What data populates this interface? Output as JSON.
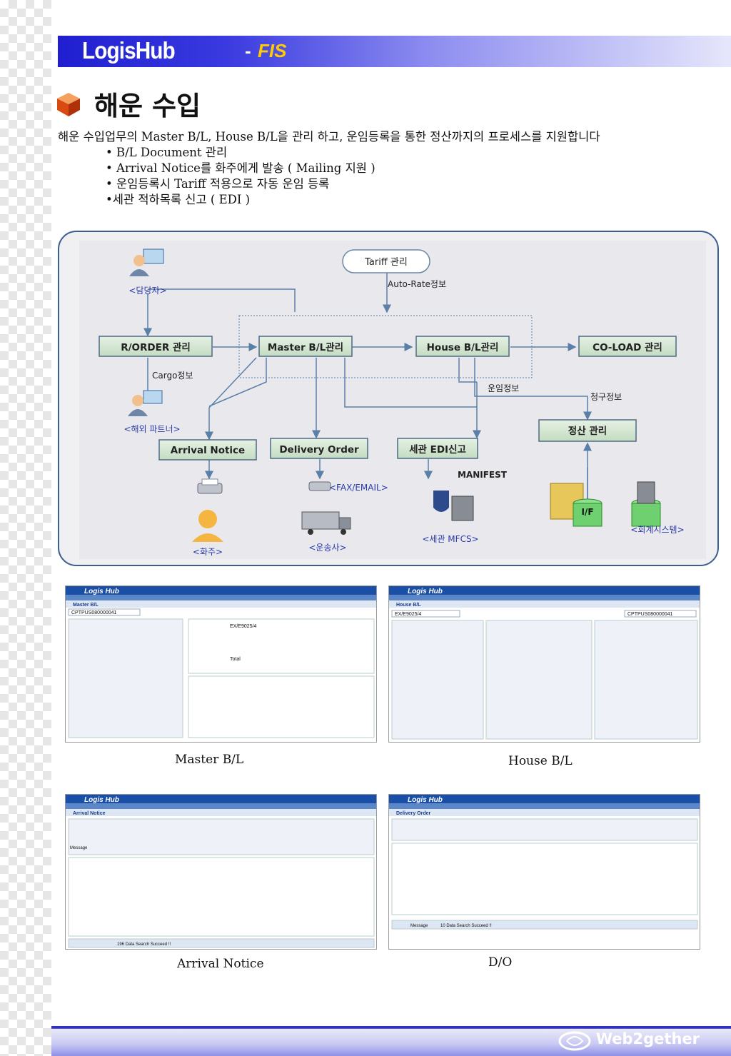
{
  "header": {
    "brand": "LogisHub",
    "separator": "-",
    "sub": "FIS"
  },
  "title": "해운 수입",
  "intro": "해운 수입업무의 Master B/L, House B/L을 관리 하고, 운임등록을 통한 정산까지의 프로세스를 지원합니다",
  "bullets": [
    "• B/L Document 관리",
    "• Arrival Notice를 화주에게 발송 ( Mailing 지원 )",
    "• 운임등록시 Tariff 적용으로 자동 운임 등록",
    "•세관 적하목록 신고 ( EDI )"
  ],
  "diagram": {
    "tariff": "Tariff 관리",
    "auto_rate": "Auto-Rate정보",
    "manager": "<담당자>",
    "rorder": "R/ORDER 관리",
    "master": "Master B/L관리",
    "house": "House B/L관리",
    "coload": "CO-LOAD 관리",
    "cargo": "Cargo정보",
    "partner": "<해외 파트너>",
    "freight_info": "운임정보",
    "billing_info": "청구정보",
    "settlement": "정산 관리",
    "arrival": "Arrival Notice",
    "delivery": "Delivery Order",
    "customs_edi": "세관 EDI신고",
    "manifest": "MANIFEST",
    "fax_email": "<FAX/EMAIL>",
    "consignee": "<화주>",
    "carrier": "<운송사>",
    "mfcs": "<세관 MFCS>",
    "if": "I/F",
    "accounting": "<회계시스템>"
  },
  "screens": {
    "brand": "Logis Hub",
    "master": {
      "caption": "Master B/L",
      "tab": "Master B/L",
      "no": "CPTPUS080000041",
      "hbl": "EX/E9025/4",
      "total": "Total",
      "msg": ""
    },
    "house": {
      "caption": "House B/L",
      "tab": "House B/L",
      "no": "EX/E9025/4",
      "mbl": "CPTPUS080000041"
    },
    "arrival": {
      "caption": "Arrival Notice",
      "tab": "Arrival Notice",
      "msg": "Message",
      "status": "196 Data Search Succeed !!"
    },
    "do": {
      "caption": "D/O",
      "tab": "Delivery Order",
      "msg": "Message",
      "status": "10 Data Search Succeed !!"
    }
  },
  "footer": {
    "logo": "Web2gether"
  }
}
